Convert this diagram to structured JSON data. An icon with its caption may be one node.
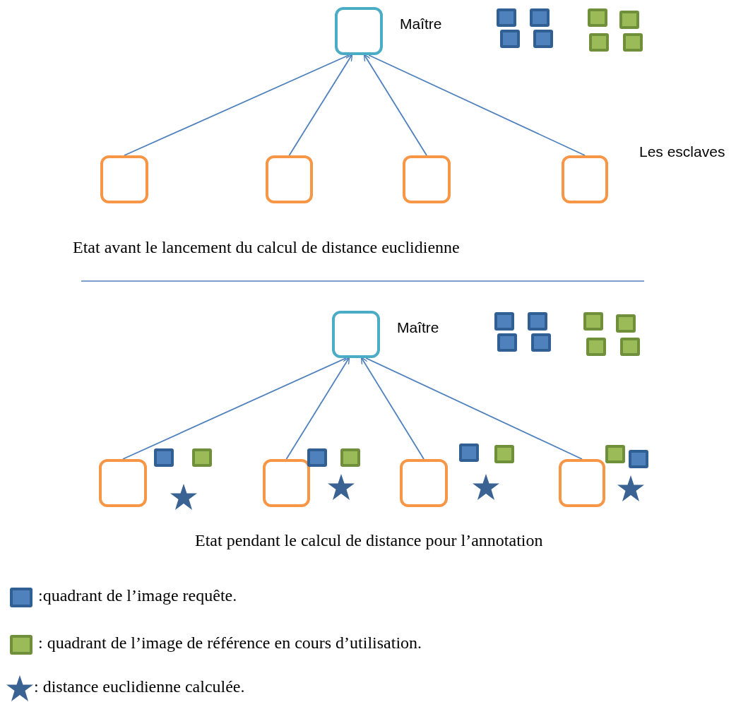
{
  "diagram": {
    "nodes": [
      {
        "text": [],
        "shape": "box",
        "beside": [
          "Maître"
        ]
      },
      {
        "text": [],
        "shape": "box"
      },
      {
        "text": [],
        "shape": "box"
      },
      {
        "text": [],
        "shape": "box"
      },
      {
        "text": [],
        "shape": "box"
      },
      {
        "text": [],
        "shape": "box",
        "beside": [
          "Maître"
        ]
      },
      {
        "text": [],
        "shape": "box"
      },
      {
        "text": [],
        "shape": "box"
      },
      {
        "text": [],
        "shape": "box"
      },
      {
        "text": [],
        "shape": "box"
      }
    ],
    "edges": [
      {
        "from": 1,
        "to": 0,
        "arrow": "none"
      },
      {
        "from": 2,
        "to": 0,
        "arrow": "to"
      },
      {
        "from": 3,
        "to": 0,
        "arrow": "to"
      },
      {
        "from": 4,
        "to": 0,
        "arrow": "none"
      },
      {
        "from": 6,
        "to": 5,
        "arrow": "none"
      },
      {
        "from": 7,
        "to": 5,
        "arrow": "to"
      },
      {
        "from": 8,
        "to": 5,
        "arrow": "to"
      },
      {
        "from": 9,
        "to": 5,
        "arrow": "none"
      }
    ],
    "labels": [
      "Les esclaves",
      "Etat avant le lancement du calcul de distance euclidienne",
      "Etat pendant le calcul de distance pour l’annotation"
    ],
    "legend": [
      {
        "text": ":quadrant de l’image requête.",
        "color": "#4f81bd"
      },
      {
        "text": ": quadrant de l’image de référence en cours d’utilisation.",
        "color": "#9bbb59"
      },
      {
        "text": ": distance euclidienne calculée."
      }
    ]
  }
}
